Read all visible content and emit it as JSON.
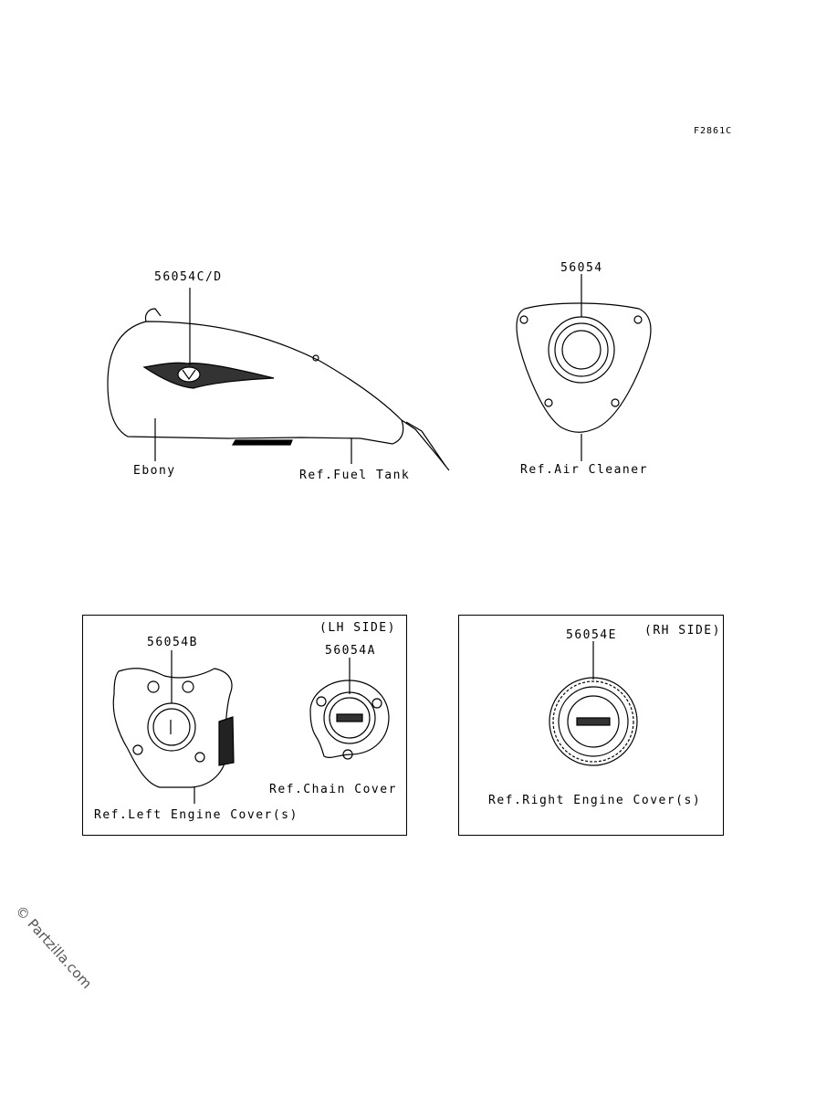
{
  "figure_code": "F2861C",
  "parts": {
    "tank_emblem": "56054C/D",
    "air_cleaner_emblem": "56054",
    "left_cover_emblem": "56054B",
    "chain_cover_emblem": "56054A",
    "right_cover_emblem": "56054E"
  },
  "labels": {
    "ebony": "Ebony",
    "fuel_tank": "Ref.Fuel Tank",
    "air_cleaner": "Ref.Air Cleaner",
    "chain_cover": "Ref.Chain Cover",
    "left_engine_cover": "Ref.Left Engine Cover(s)",
    "right_engine_cover": "Ref.Right Engine Cover(s)",
    "lh_side": "(LH SIDE)",
    "rh_side": "(RH SIDE)"
  },
  "watermark": "© Partzilla.com"
}
